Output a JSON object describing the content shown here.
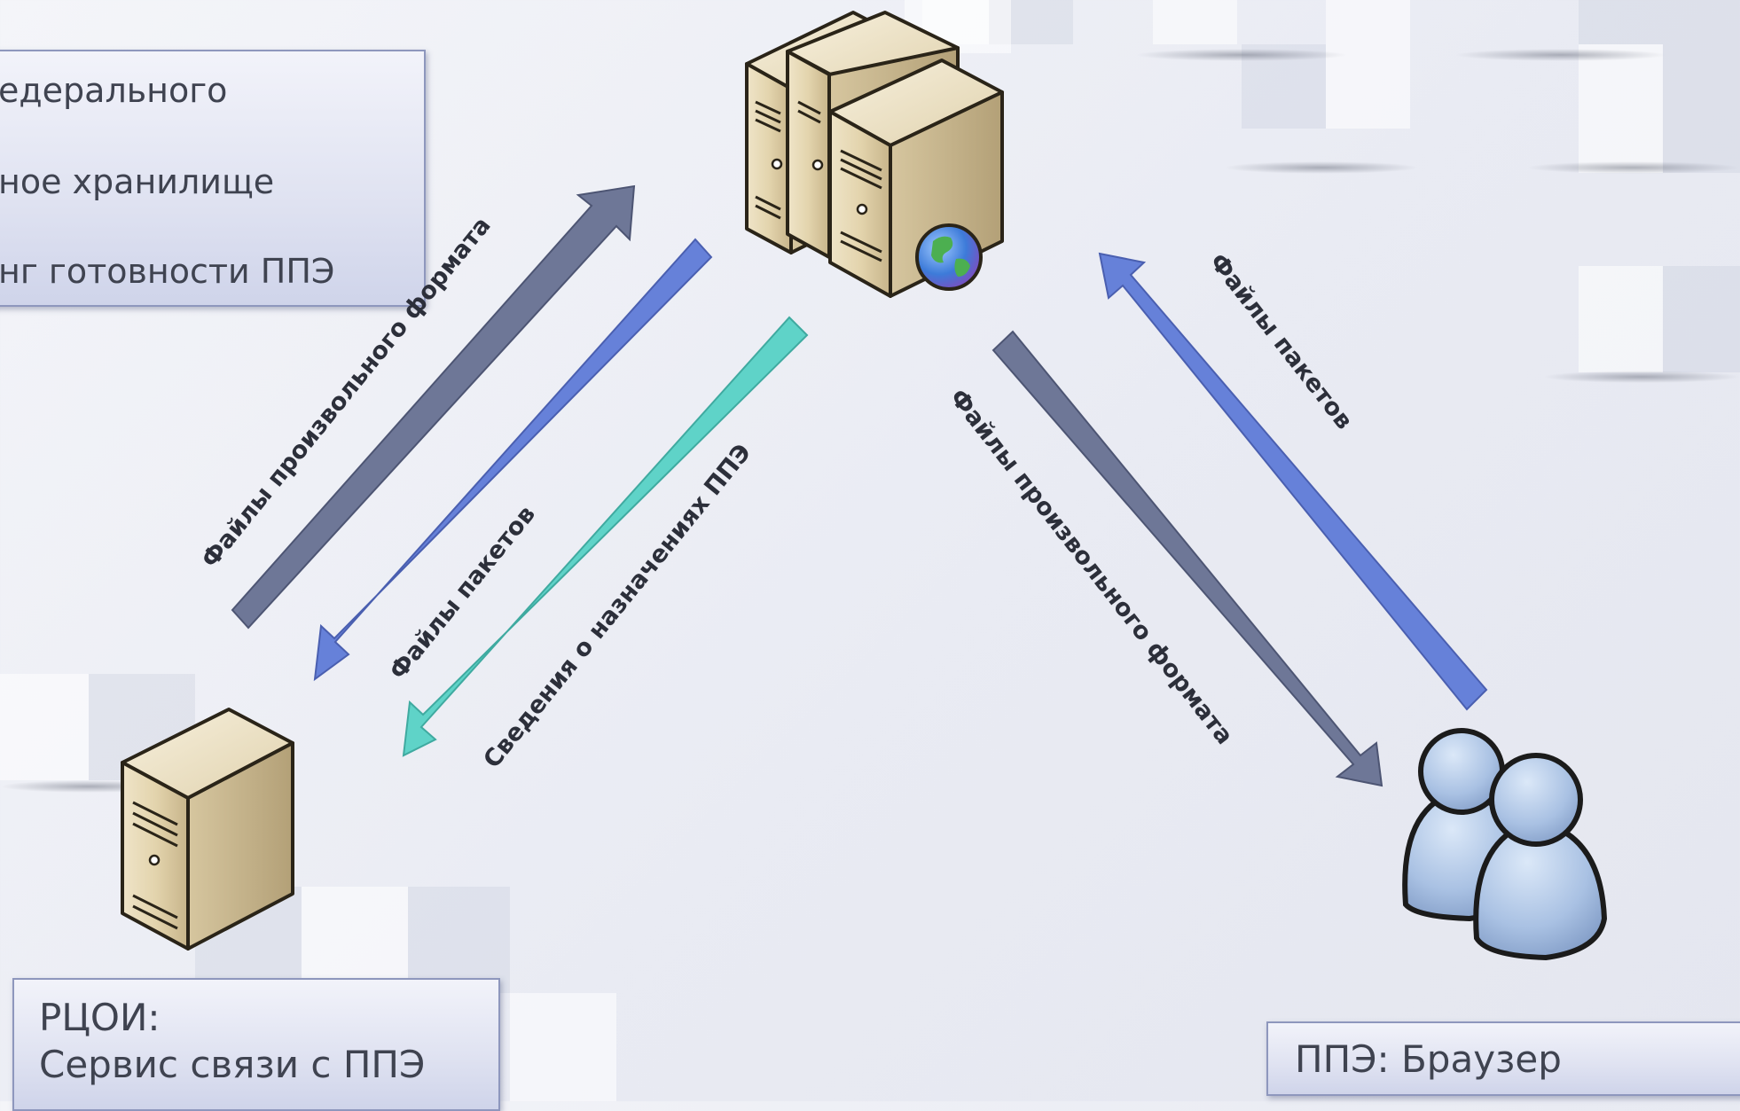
{
  "top_box": {
    "lines": [
      "едерального",
      "ное хранилище",
      "нг готовности ППЭ"
    ]
  },
  "rcoi_box": {
    "lines": [
      "РЦОИ:",
      "Сервис связи с ППЭ"
    ]
  },
  "ppe_box": {
    "label": "ППЭ: Браузер"
  },
  "arrows": {
    "arbitrary_files_up": "Файлы произвольного формата",
    "packages_down": "Файлы пакетов",
    "assignments_down": "Сведения о назначениях ППЭ",
    "arbitrary_files_right": "Файлы произвольного формата",
    "packages_up_right": "Файлы пакетов"
  },
  "colors": {
    "slate_arrow": "#6e7797",
    "blue_arrow": "#6681d9",
    "teal_arrow": "#5fd3c8",
    "box_border": "#8e97bd"
  },
  "icons": {
    "central_server": "server-cluster-globe-icon",
    "rcoi_server": "server-tower-icon",
    "users": "users-icon"
  }
}
